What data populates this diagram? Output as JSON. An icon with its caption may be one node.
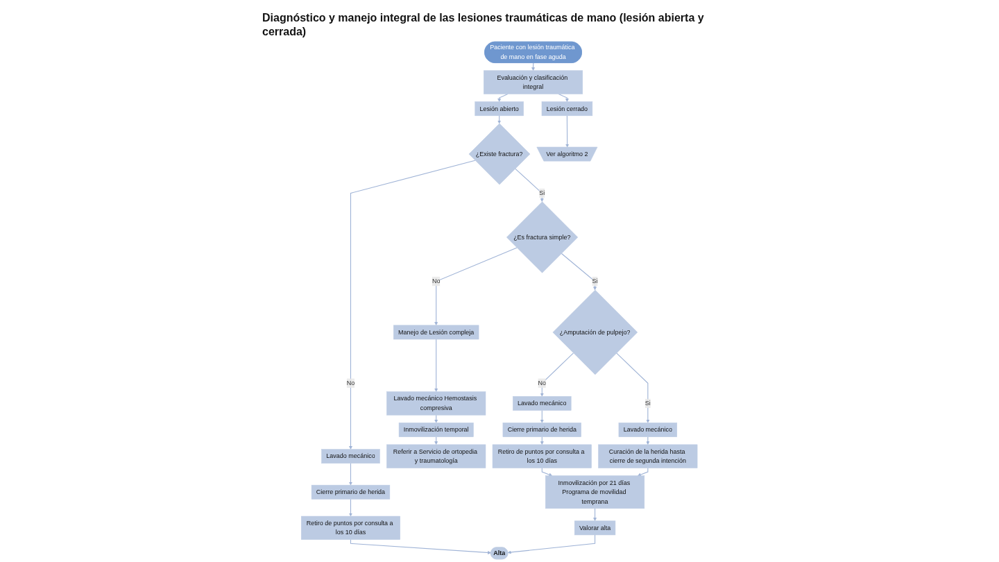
{
  "diagram": {
    "title": "Diagnóstico y manejo integral de las lesiones traumáticas de mano (lesión abierta y cerrada)",
    "nodes": [
      {
        "text": [
          "Paciente con lesión traumática de mano en fase aguda"
        ]
      },
      {
        "text": [
          "Evaluación y clasificación integral"
        ]
      },
      {
        "text": [
          "Lesión abierto"
        ]
      },
      {
        "text": [
          "Lesión cerrado"
        ]
      },
      {
        "text": [
          "¿Existe fractura?"
        ]
      },
      {
        "text": [
          "Ver algoritmo 2"
        ]
      },
      {
        "text": [
          "¿Es fractura simple?"
        ]
      },
      {
        "text": [
          "Lavado mecánico"
        ]
      },
      {
        "text": [
          "Manejo de Lesión compleja"
        ]
      },
      {
        "text": [
          "¿Amputación de pulpejo?"
        ]
      },
      {
        "text": [
          "Cierre primario de herida"
        ]
      },
      {
        "text": [
          "Lavado mecánico Hemostasis compresiva"
        ]
      },
      {
        "text": [
          "Retiro de puntos por consulta a los 10 días"
        ]
      },
      {
        "text": [
          "Inmovilización temporal"
        ]
      },
      {
        "text": [
          "Referir a Servicio de ortopedia y traumatología"
        ]
      },
      {
        "text": [
          "Lavado mecánico"
        ]
      },
      {
        "text": [
          "Lavado mecánico"
        ]
      },
      {
        "text": [
          "Cierre primario de herida"
        ]
      },
      {
        "text": [
          "Curación de la herida hasta cierre de segunda intención"
        ]
      },
      {
        "text": [
          "Retiro de puntos por consulta a los 10 días"
        ]
      },
      {
        "text": [
          "Inmovilización por 21 días Programa de movilidad temprana"
        ]
      },
      {
        "text": [
          "Valorar alta"
        ]
      },
      {
        "text": [
          "Alta"
        ]
      }
    ],
    "edges": [
      {
        "from": 0,
        "to": 1,
        "arrow": "to"
      },
      {
        "from": 1,
        "to": 2,
        "arrow": "to"
      },
      {
        "from": 1,
        "to": 3,
        "arrow": "to"
      },
      {
        "from": 2,
        "to": 4,
        "arrow": "to"
      },
      {
        "from": 3,
        "to": 5,
        "arrow": "to"
      },
      {
        "from": 4,
        "to": 7,
        "arrow": "to",
        "label": "No"
      },
      {
        "from": 4,
        "to": 6,
        "arrow": "to",
        "label": "Si"
      },
      {
        "from": 6,
        "to": 8,
        "arrow": "to",
        "label": "No"
      },
      {
        "from": 6,
        "to": 9,
        "arrow": "to",
        "label": "Si"
      },
      {
        "from": 7,
        "to": 10,
        "arrow": "to"
      },
      {
        "from": 10,
        "to": 12,
        "arrow": "to"
      },
      {
        "from": 12,
        "to": 22,
        "arrow": "to"
      },
      {
        "from": 8,
        "to": 11,
        "arrow": "to"
      },
      {
        "from": 11,
        "to": 13,
        "arrow": "to"
      },
      {
        "from": 13,
        "to": 14,
        "arrow": "to"
      },
      {
        "from": 9,
        "to": 15,
        "arrow": "to",
        "label": "No"
      },
      {
        "from": 9,
        "to": 16,
        "arrow": "to",
        "label": "Si"
      },
      {
        "from": 15,
        "to": 17,
        "arrow": "to"
      },
      {
        "from": 17,
        "to": 19,
        "arrow": "to"
      },
      {
        "from": 19,
        "to": 20,
        "arrow": "to"
      },
      {
        "from": 16,
        "to": 18,
        "arrow": "to"
      },
      {
        "from": 18,
        "to": 20,
        "arrow": "to"
      },
      {
        "from": 20,
        "to": 21,
        "arrow": "to"
      },
      {
        "from": 21,
        "to": 22,
        "arrow": "to"
      }
    ]
  }
}
